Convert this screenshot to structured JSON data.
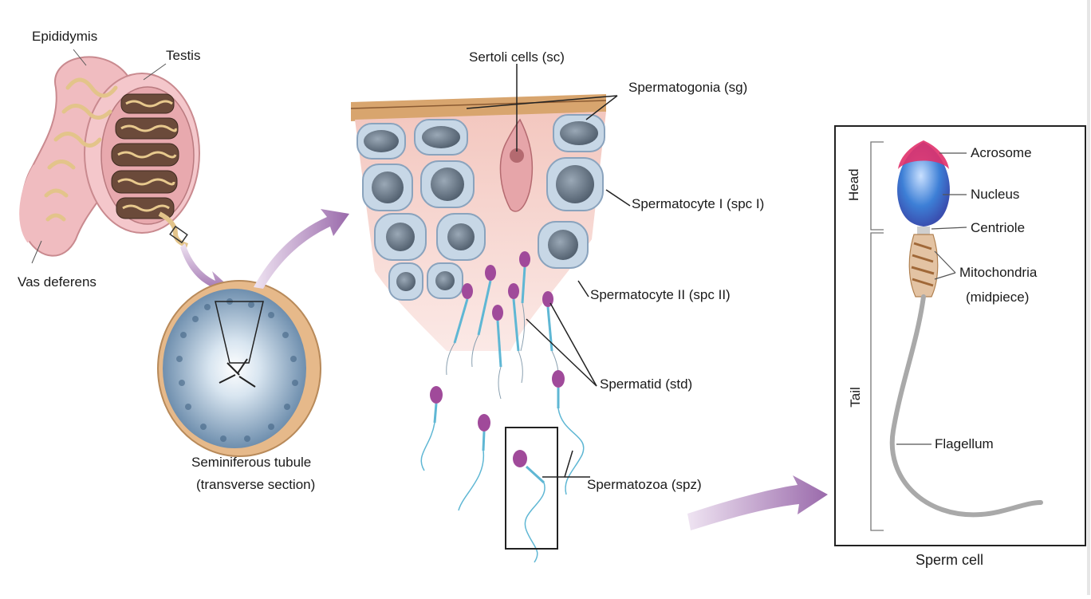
{
  "labels": {
    "epididymis": "Epididymis",
    "testis": "Testis",
    "vas_deferens": "Vas deferens",
    "tubule_line1": "Seminiferous  tubule",
    "tubule_line2": "(transverse section)",
    "sertoli": "Sertoli cells (sc)",
    "spermatogonia": "Spermatogonia (sg)",
    "spermatocyte1": "Spermatocyte I (spc I)",
    "spermatocyte2": "Spermatocyte II (spc II)",
    "spermatid": "Spermatid (std)",
    "spermatozoa": "Spermatozoa (spz)",
    "acrosome": "Acrosome",
    "nucleus": "Nucleus",
    "centriole": "Centriole",
    "mitochondria_line1": "Mitochondria",
    "mitochondria_line2": "(midpiece)",
    "flagellum": "Flagellum",
    "head": "Head",
    "tail": "Tail",
    "sperm_cell": "Sperm cell"
  },
  "colors": {
    "flesh": "#f2c6c9",
    "tubule": "#c9a36a",
    "cell_outer": "#b9cde0",
    "cell_nucleus": "#5f6f80",
    "sertoli": "#e9b3b5",
    "sperm_head": "#a04a9a",
    "sperm_tail": "#5fb7d4",
    "arrow": "#a77fb3",
    "acrosome": "#e0306a",
    "nucleus_blue": "#3d7fd6",
    "midpiece": "#c08a5a",
    "flagellum": "#9a9a9a"
  }
}
